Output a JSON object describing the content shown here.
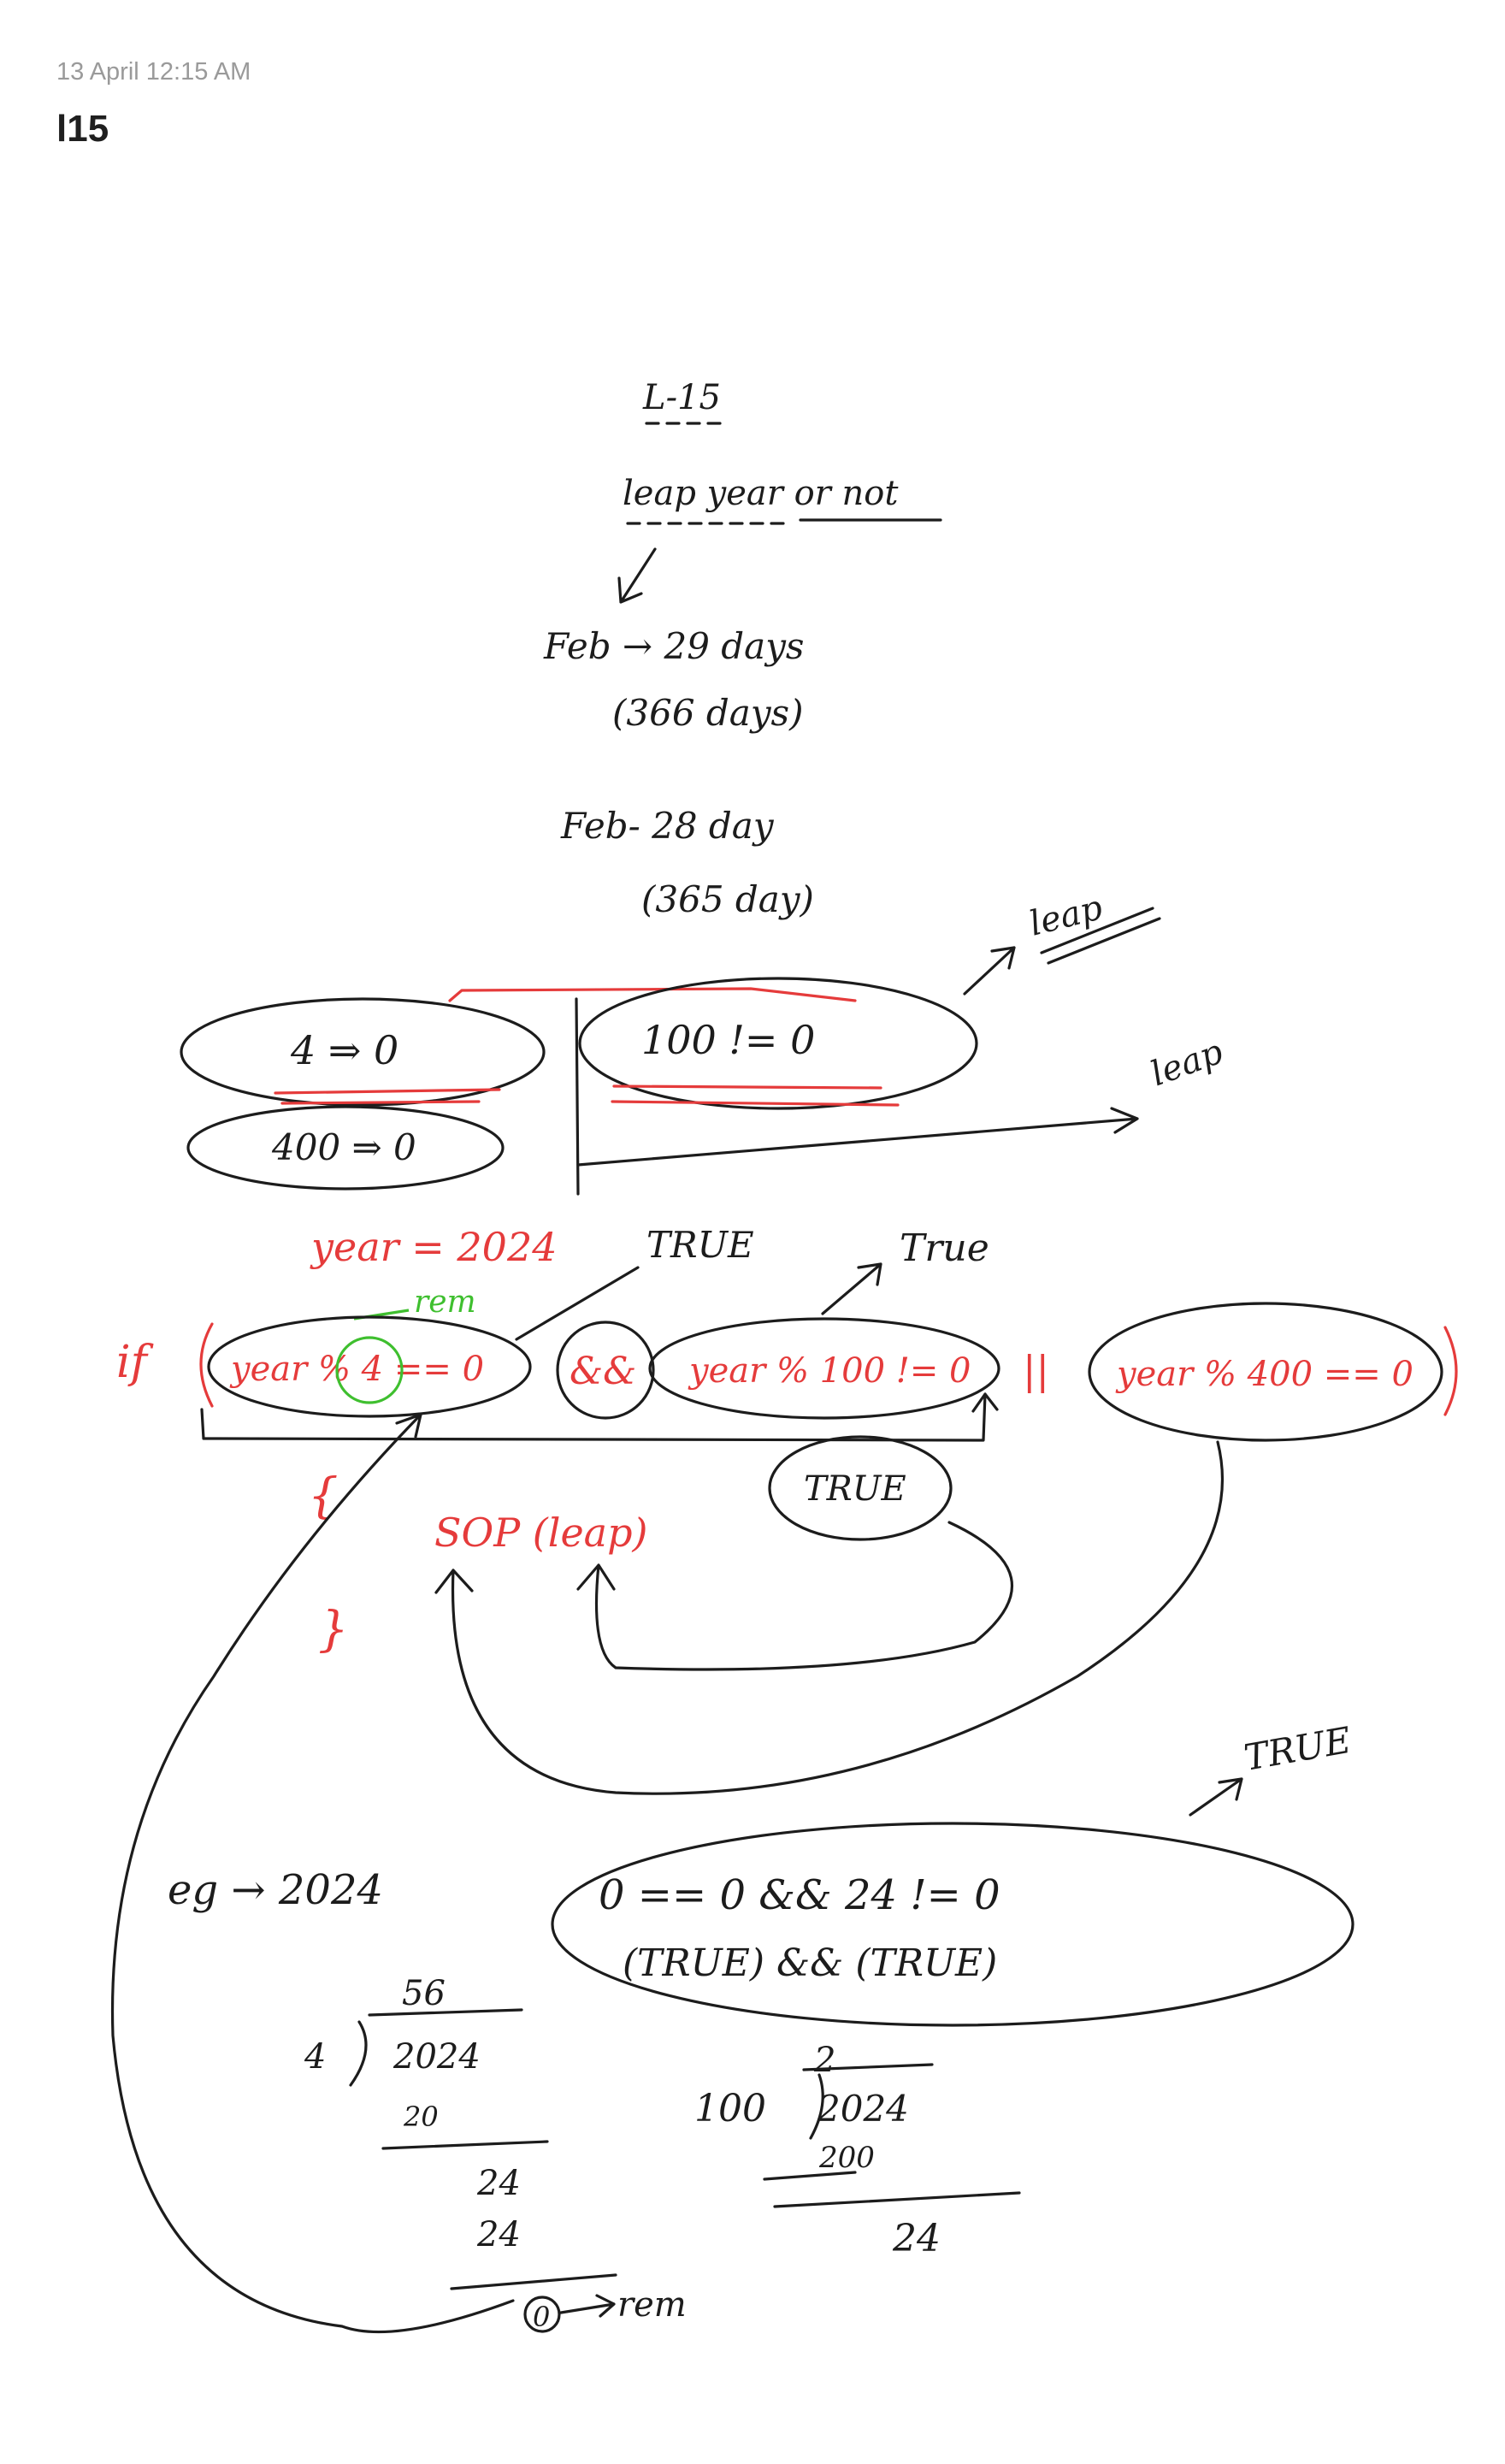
{
  "header": {
    "timestamp": "13 April 12:15 AM",
    "title": "l15"
  },
  "note": {
    "heading": "L-15",
    "subheading": "leap year or not",
    "feb_leap": "Feb → 29 days",
    "days_leap": "(366 days)",
    "feb_normal": "Feb- 28 day",
    "days_normal": "(365 day)",
    "rule_div4": "4 ⇒ 0",
    "rule_div400": "400 ⇒ 0",
    "rule_not100": "100 != 0",
    "leap_label_1": "leap",
    "leap_label_2": "leap",
    "year_assign": "year = 2024",
    "true_label_1": "TRUE",
    "true_label_2": "True",
    "rem_label": "rem",
    "if_keyword": "if",
    "cond_part1": "year % 4 == 0",
    "and_op": "&&",
    "cond_part2": "year % 100 != 0",
    "or_op": "||",
    "cond_part3": "year % 400 == 0",
    "true_badge": "TRUE",
    "open_brace": "{",
    "sop": "SOP (leap)",
    "close_brace": "}",
    "eg_label": "eg → 2024",
    "eval_line1": "0 == 0 && 24 != 0",
    "eval_line2": "(TRUE) && (TRUE)",
    "eval_true": "TRUE",
    "div4_quotient": "56",
    "div4_divisor": "4",
    "div4_dividend": "2024",
    "div4_sub1": "20",
    "div4_step": "24",
    "div4_sub2": "24",
    "div4_remainder": "0",
    "div4_rem_label": "rem",
    "div100_quotient": "2",
    "div100_divisor": "100",
    "div100_dividend": "2024",
    "div100_sub": "200",
    "div100_remainder": "24"
  }
}
